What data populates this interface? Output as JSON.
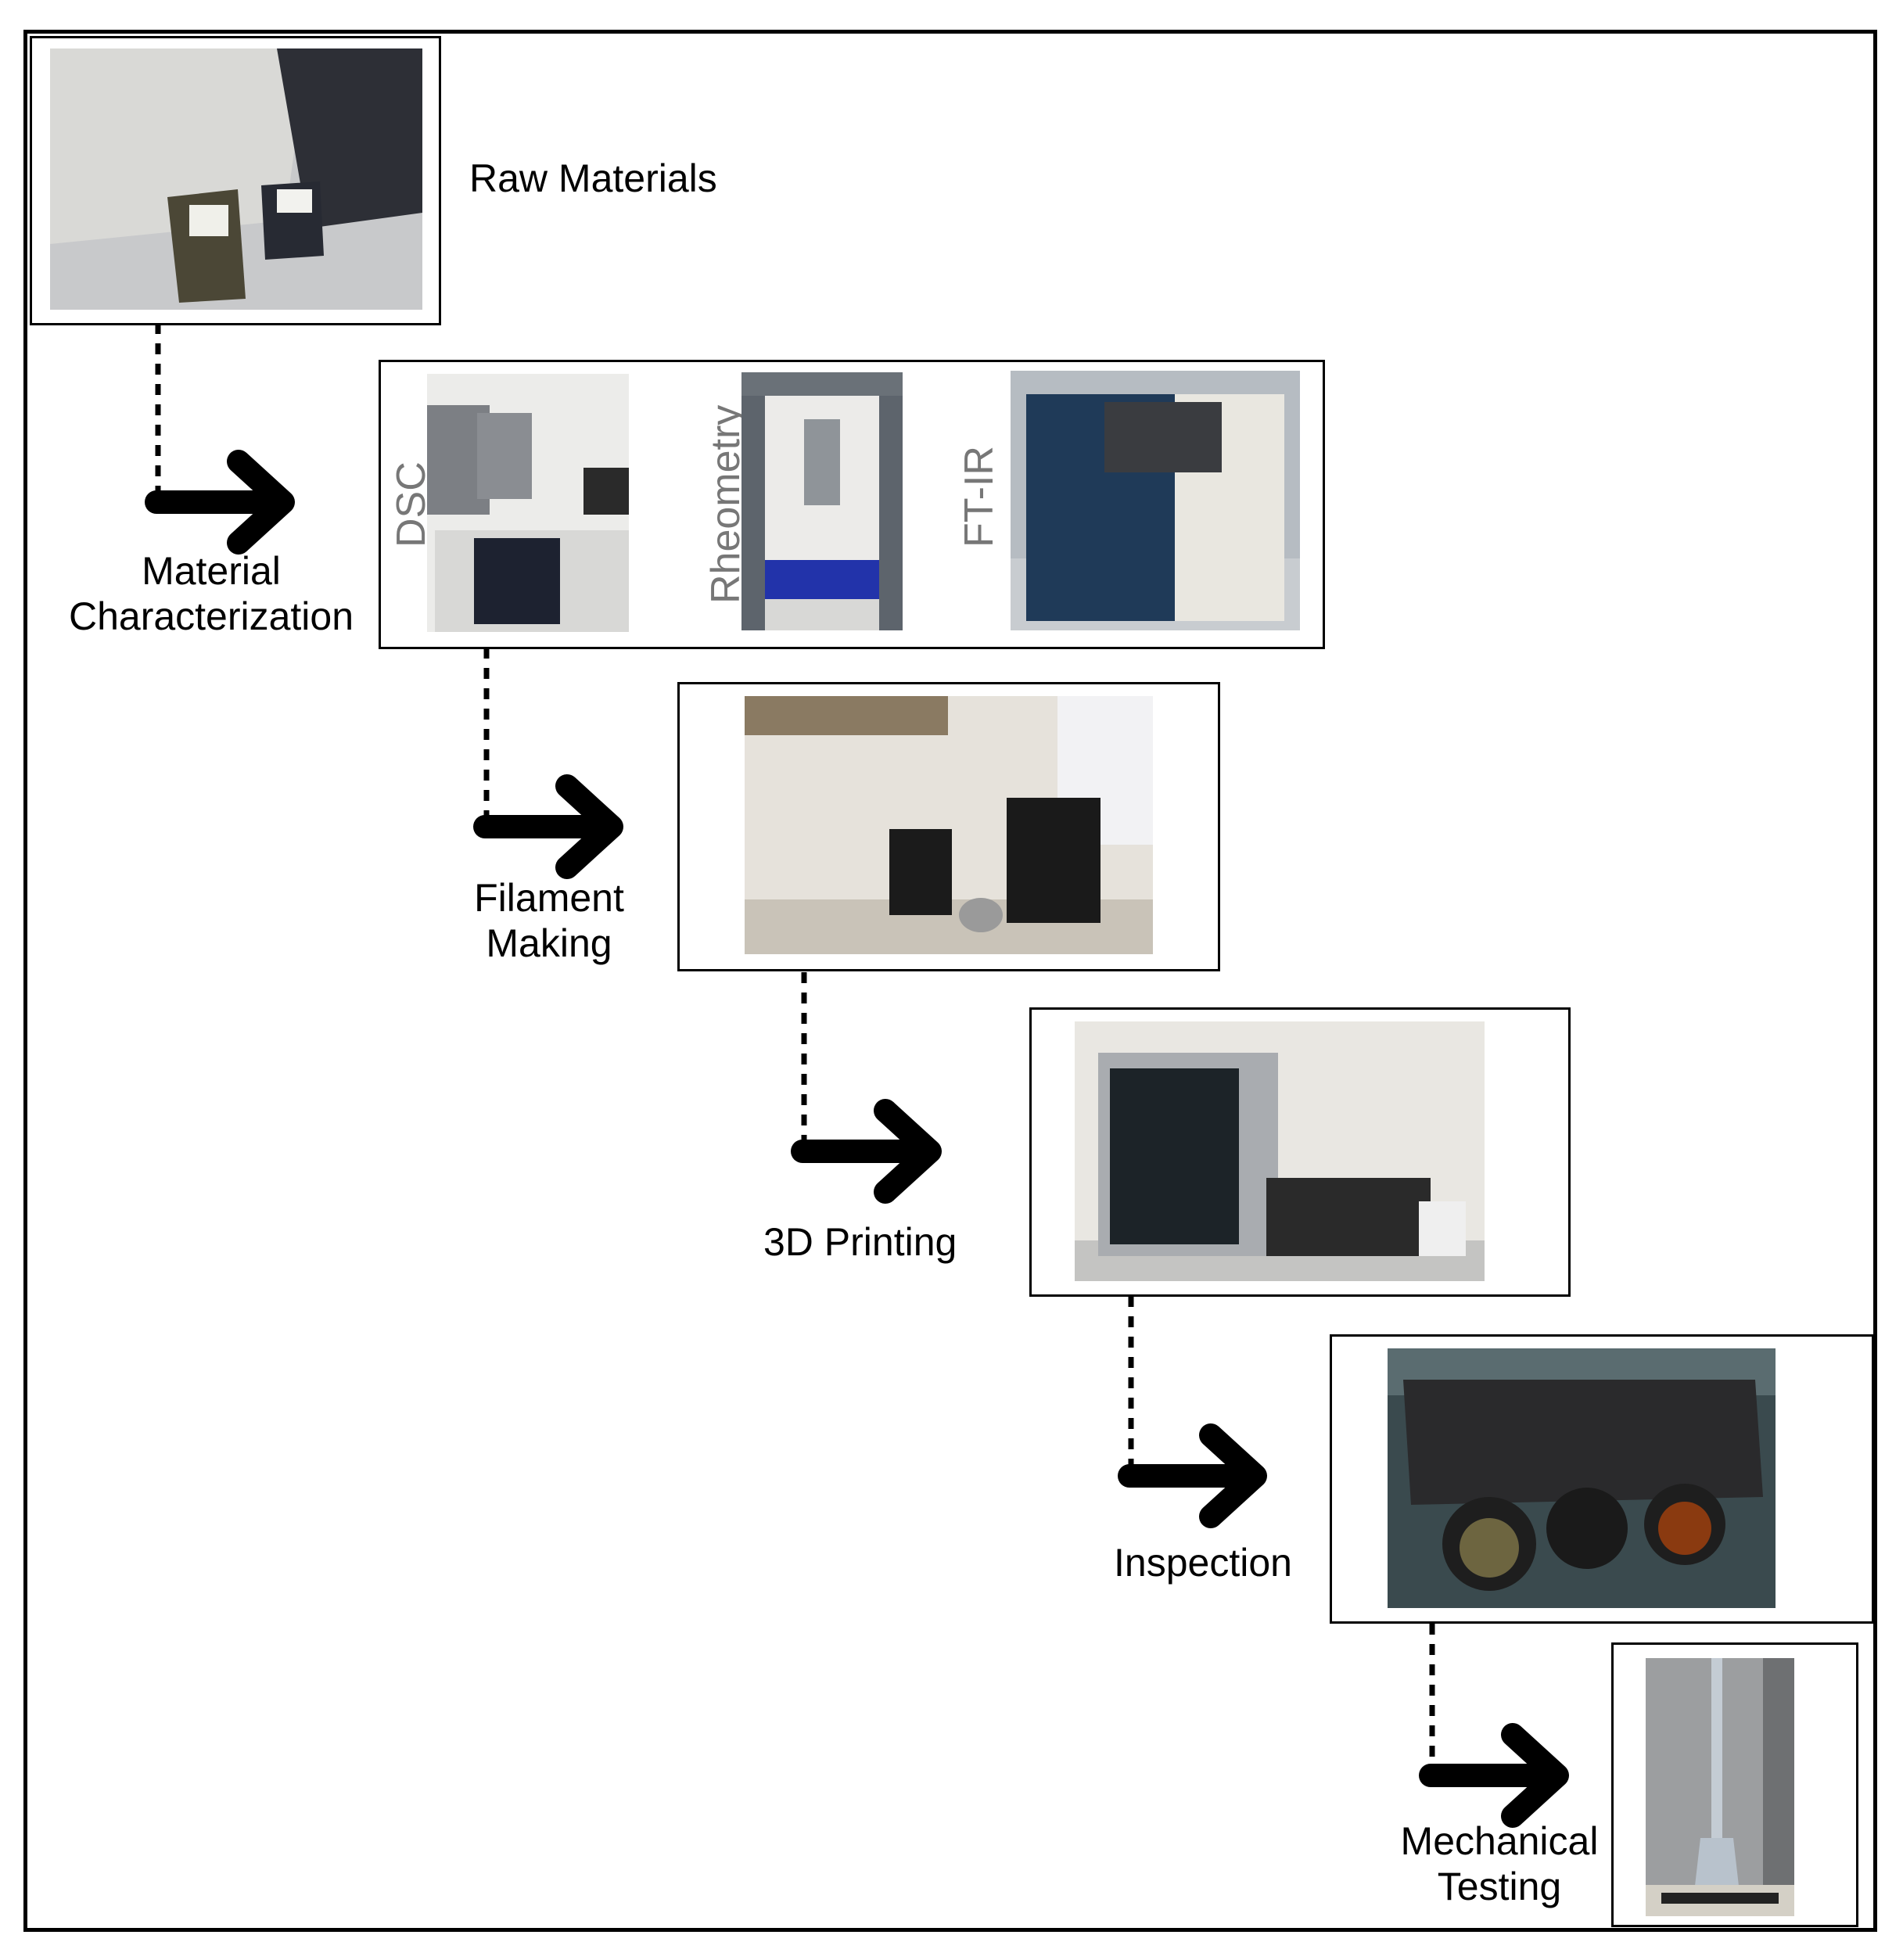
{
  "steps": {
    "raw_materials": "Raw Materials",
    "material_characterization": [
      "Material",
      "Characterization"
    ],
    "filament_making": [
      "Filament",
      "Making"
    ],
    "printing": "3D Printing",
    "inspection": "Inspection",
    "mechanical_testing": [
      "Mechanical",
      "Testing"
    ]
  },
  "instruments": {
    "dsc": "DSC",
    "rheometry": "Rheometry",
    "ftir": "FT-IR"
  },
  "colors": {
    "frame": "#000000",
    "arrow": "#000000",
    "instrument_label": "#777777"
  }
}
